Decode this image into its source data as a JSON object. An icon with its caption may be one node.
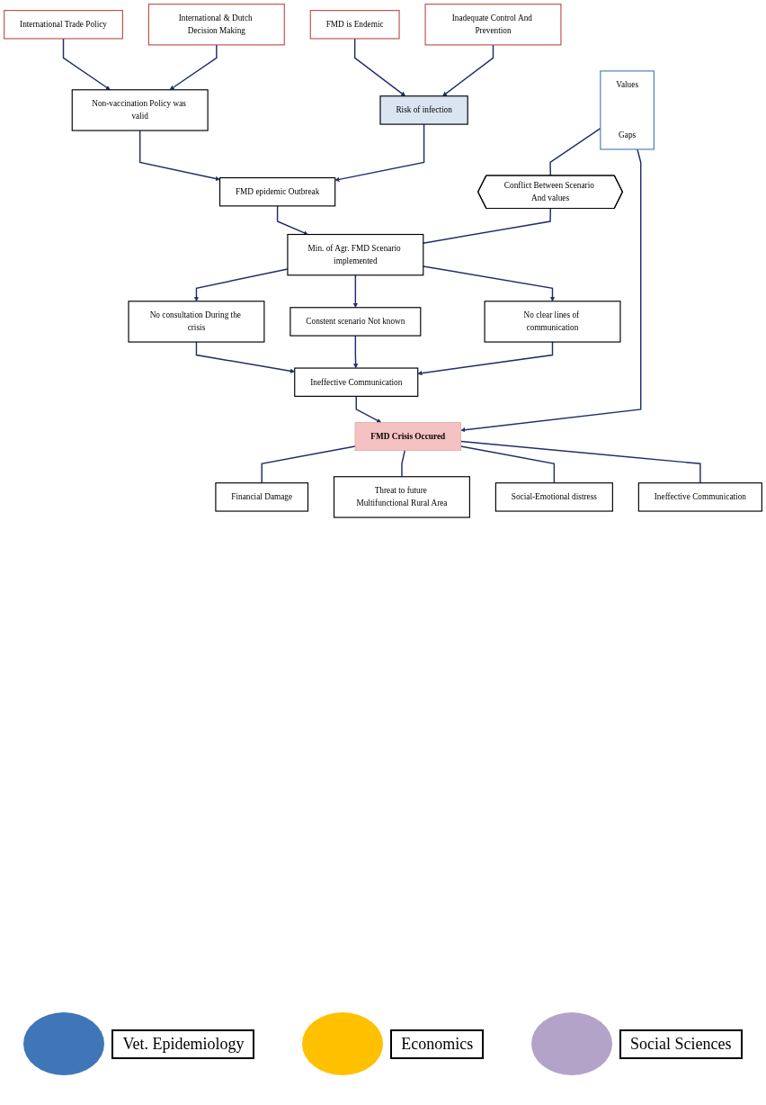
{
  "diagram": {
    "nodes": [
      {
        "text": [
          "International Trade Policy"
        ]
      },
      {
        "text": [
          "International & Dutch Decision Making"
        ]
      },
      {
        "text": [
          "FMD is Endemic"
        ]
      },
      {
        "text": [
          "Inadequate Control And Prevention"
        ]
      },
      {
        "text": [
          "Values",
          "Gaps"
        ]
      },
      {
        "text": [
          "Non-vaccination Policy was valid"
        ]
      },
      {
        "text": [
          "Risk of infection"
        ]
      },
      {
        "text": [
          "FMD epidemic Outbreak"
        ]
      },
      {
        "text": [
          "Conflict Between Scenario And values"
        ]
      },
      {
        "text": [
          "Min. of Agr. FMD Scenario implemented"
        ]
      },
      {
        "text": [
          "No consultation During the crisis"
        ]
      },
      {
        "text": [
          "Constent scenario Not known"
        ]
      },
      {
        "text": [
          "No clear lines of communication"
        ]
      },
      {
        "text": [
          "Ineffective Communication"
        ]
      },
      {
        "text": [
          "FMD Crisis Occured"
        ]
      },
      {
        "text": [
          "Financial Damage"
        ]
      },
      {
        "text": [
          "Threat to future Multifunctional Rural Area"
        ]
      },
      {
        "text": [
          "Social-Emotional distress"
        ]
      },
      {
        "text": [
          "Ineffective Communication"
        ]
      }
    ],
    "edges": [
      {
        "from": 0,
        "to": 5,
        "arrow": "to"
      },
      {
        "from": 1,
        "to": 5,
        "arrow": "to"
      },
      {
        "from": 2,
        "to": 6,
        "arrow": "to"
      },
      {
        "from": 3,
        "to": 6,
        "arrow": "to"
      },
      {
        "from": 5,
        "to": 7,
        "arrow": "to"
      },
      {
        "from": 6,
        "to": 7,
        "arrow": "to"
      },
      {
        "from": 7,
        "to": 9,
        "arrow": "to"
      },
      {
        "from": 4,
        "to": 8,
        "arrow": "none"
      },
      {
        "from": 8,
        "to": 9,
        "arrow": "none"
      },
      {
        "from": 9,
        "to": 10,
        "arrow": "to"
      },
      {
        "from": 9,
        "to": 11,
        "arrow": "to"
      },
      {
        "from": 9,
        "to": 12,
        "arrow": "to"
      },
      {
        "from": 10,
        "to": 13,
        "arrow": "to"
      },
      {
        "from": 11,
        "to": 13,
        "arrow": "to"
      },
      {
        "from": 12,
        "to": 13,
        "arrow": "to"
      },
      {
        "from": 13,
        "to": 14,
        "arrow": "to"
      },
      {
        "from": 4,
        "to": 14,
        "arrow": "to"
      },
      {
        "from": 14,
        "to": 15,
        "arrow": "none"
      },
      {
        "from": 14,
        "to": 16,
        "arrow": "none"
      },
      {
        "from": 14,
        "to": 17,
        "arrow": "none"
      },
      {
        "from": 14,
        "to": 18,
        "arrow": "none"
      }
    ],
    "legend": [
      {
        "text": "Vet. Epidemiology",
        "color": "#3f76b8"
      },
      {
        "text": "Economics",
        "color": "#ffc000"
      },
      {
        "text": "Social Sciences",
        "color": "#b4a3c9"
      }
    ]
  }
}
